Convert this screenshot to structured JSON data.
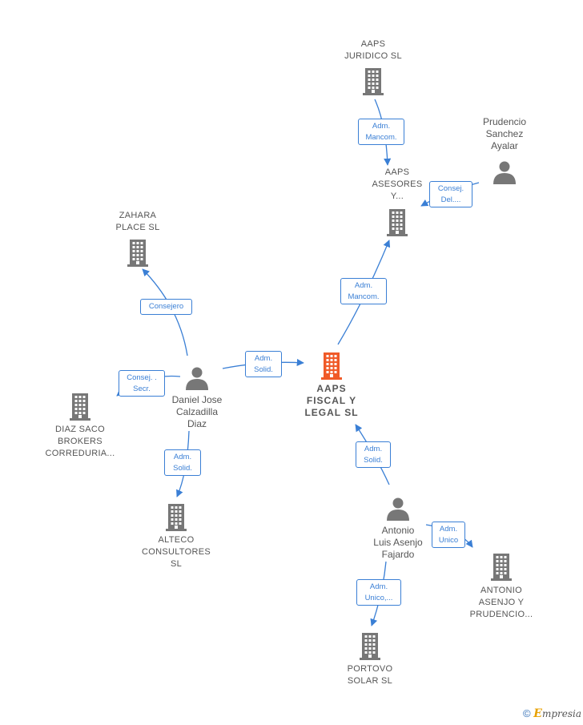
{
  "nodes": [
    {
      "id": "aaps_fiscal",
      "kind": "company",
      "main": true,
      "label": "AAPS\nFISCAL Y\nLEGAL  SL",
      "color": "#f05a28"
    },
    {
      "id": "aaps_juridico",
      "kind": "company",
      "label": "AAPS\nJURIDICO  SL",
      "color": "#777777"
    },
    {
      "id": "aaps_asesores",
      "kind": "company",
      "label": "AAPS\nASESORES\nY...",
      "color": "#777777"
    },
    {
      "id": "prudencio",
      "kind": "person",
      "label": "Prudencio\nSanchez\nAyalar",
      "color": "#777777"
    },
    {
      "id": "zahara",
      "kind": "company",
      "label": "ZAHARA\nPLACE  SL",
      "color": "#777777"
    },
    {
      "id": "daniel",
      "kind": "person",
      "label": "Daniel Jose\nCalzadilla\nDiaz",
      "color": "#777777"
    },
    {
      "id": "diaz_saco",
      "kind": "company",
      "label": "DIAZ SACO\nBROKERS\nCORREDURIA...",
      "color": "#777777"
    },
    {
      "id": "alteco",
      "kind": "company",
      "label": "ALTECO\nCONSULTORES\nSL",
      "color": "#777777"
    },
    {
      "id": "antonio",
      "kind": "person",
      "label": "Antonio\nLuis Asenjo\nFajardo",
      "color": "#777777"
    },
    {
      "id": "antonio_asenjo_co",
      "kind": "company",
      "label": "ANTONIO\nASENJO Y\nPRUDENCIO...",
      "color": "#777777"
    },
    {
      "id": "portovo",
      "kind": "company",
      "label": "PORTOVO\nSOLAR  SL",
      "color": "#777777"
    }
  ],
  "edges": [
    {
      "id": "e1",
      "from": "aaps_juridico",
      "to": "aaps_asesores",
      "label": "Adm.\nMancom."
    },
    {
      "id": "e2",
      "from": "prudencio",
      "to": "aaps_asesores",
      "label": "Consej.\nDel...."
    },
    {
      "id": "e3",
      "from": "aaps_fiscal",
      "to": "aaps_asesores",
      "label": "Adm.\nMancom."
    },
    {
      "id": "e4",
      "from": "daniel",
      "to": "zahara",
      "label": "Consejero"
    },
    {
      "id": "e5",
      "from": "daniel",
      "to": "aaps_fiscal",
      "label": "Adm.\nSolid."
    },
    {
      "id": "e6",
      "from": "daniel",
      "to": "diaz_saco",
      "label": "Consej. .\nSecr."
    },
    {
      "id": "e7",
      "from": "daniel",
      "to": "alteco",
      "label": "Adm.\nSolid."
    },
    {
      "id": "e8",
      "from": "antonio",
      "to": "aaps_fiscal",
      "label": "Adm.\nSolid."
    },
    {
      "id": "e9",
      "from": "antonio",
      "to": "antonio_asenjo_co",
      "label": "Adm.\nUnico"
    },
    {
      "id": "e10",
      "from": "antonio",
      "to": "portovo",
      "label": "Adm.\nUnico,..."
    }
  ],
  "footer": {
    "copyright": "©",
    "brand_initial": "E",
    "brand_rest": "mpresia"
  },
  "colors": {
    "edge": "#3a7fd5",
    "main_node": "#f05a28",
    "node": "#777777"
  }
}
